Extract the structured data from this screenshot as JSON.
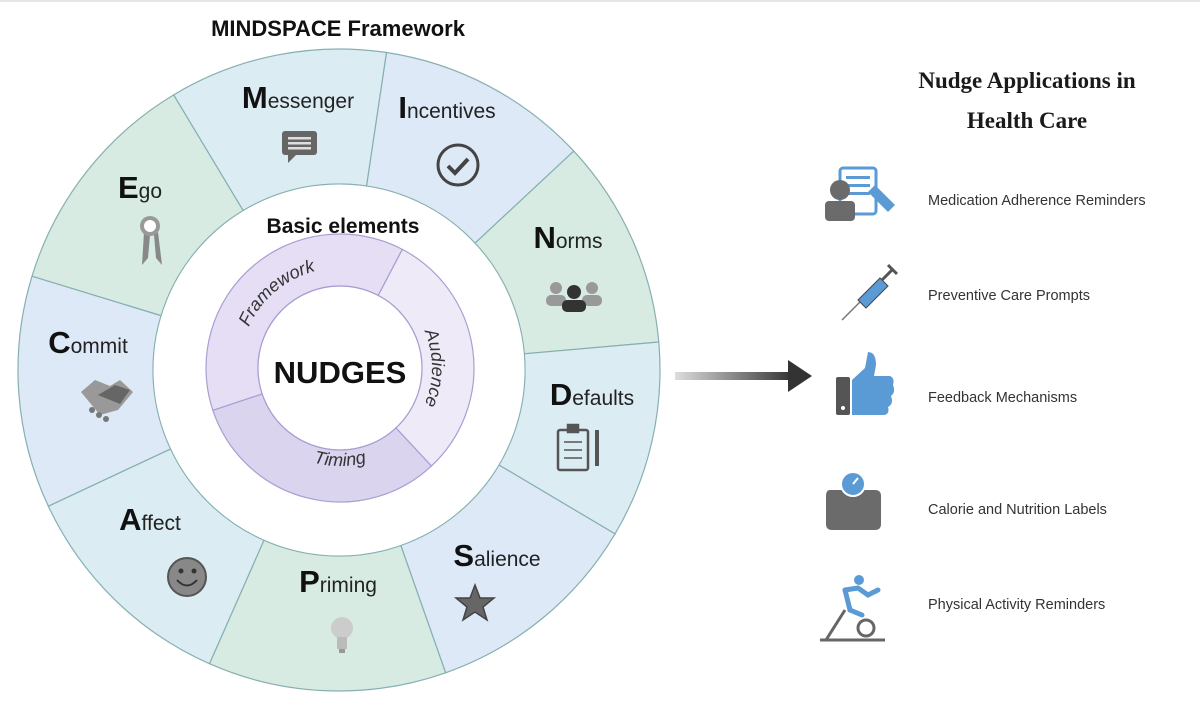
{
  "framework": {
    "title": "MINDSPACE Framework",
    "basic_elements_label": "Basic elements",
    "center_label": "NUDGES",
    "ring": [
      {
        "label": "Framework",
        "color": "#efeaf8"
      },
      {
        "label": "Audience",
        "color": "#dad4ef"
      },
      {
        "label": "Timing",
        "color": "#e5def4"
      }
    ],
    "segments": [
      {
        "letter": "M",
        "rest": "essenger",
        "icon": "message-icon",
        "color": "#dde9f6"
      },
      {
        "letter": "I",
        "rest": "ncentives",
        "icon": "check-circle-icon",
        "color": "#d7ebe3"
      },
      {
        "letter": "N",
        "rest": "orms",
        "icon": "group-icon",
        "color": "#dcecf3"
      },
      {
        "letter": "D",
        "rest": "efaults",
        "icon": "clipboard-icon",
        "color": "#dde9f6"
      },
      {
        "letter": "S",
        "rest": "alience",
        "icon": "star-icon",
        "color": "#d7ebe3"
      },
      {
        "letter": "P",
        "rest": "riming",
        "icon": "lightbulb-icon",
        "color": "#dcecf3"
      },
      {
        "letter": "A",
        "rest": "ffect",
        "icon": "smiley-icon",
        "color": "#dde9f6"
      },
      {
        "letter": "C",
        "rest": "ommit",
        "icon": "handshake-icon",
        "color": "#d7ebe3"
      },
      {
        "letter": "E",
        "rest": "go",
        "icon": "award-ribbon-icon",
        "color": "#dcecf3"
      }
    ]
  },
  "applications": {
    "title_line1": "Nudge Applications in",
    "title_line2": "Health Care",
    "items": [
      {
        "label": "Medication Adherence Reminders",
        "icon": "patient-checklist-icon"
      },
      {
        "label": "Preventive Care Prompts",
        "icon": "syringe-icon"
      },
      {
        "label": "Feedback Mechanisms",
        "icon": "thumbs-up-icon"
      },
      {
        "label": "Calorie and Nutrition Labels",
        "icon": "scale-icon"
      },
      {
        "label": "Physical Activity Reminders",
        "icon": "exercise-bike-icon"
      }
    ]
  },
  "colors": {
    "icon_gray": "#6b6b6b",
    "icon_blue": "#5b9bd5",
    "segment_stroke": "#86b0b0",
    "ring_stroke": "#a99ed2"
  }
}
